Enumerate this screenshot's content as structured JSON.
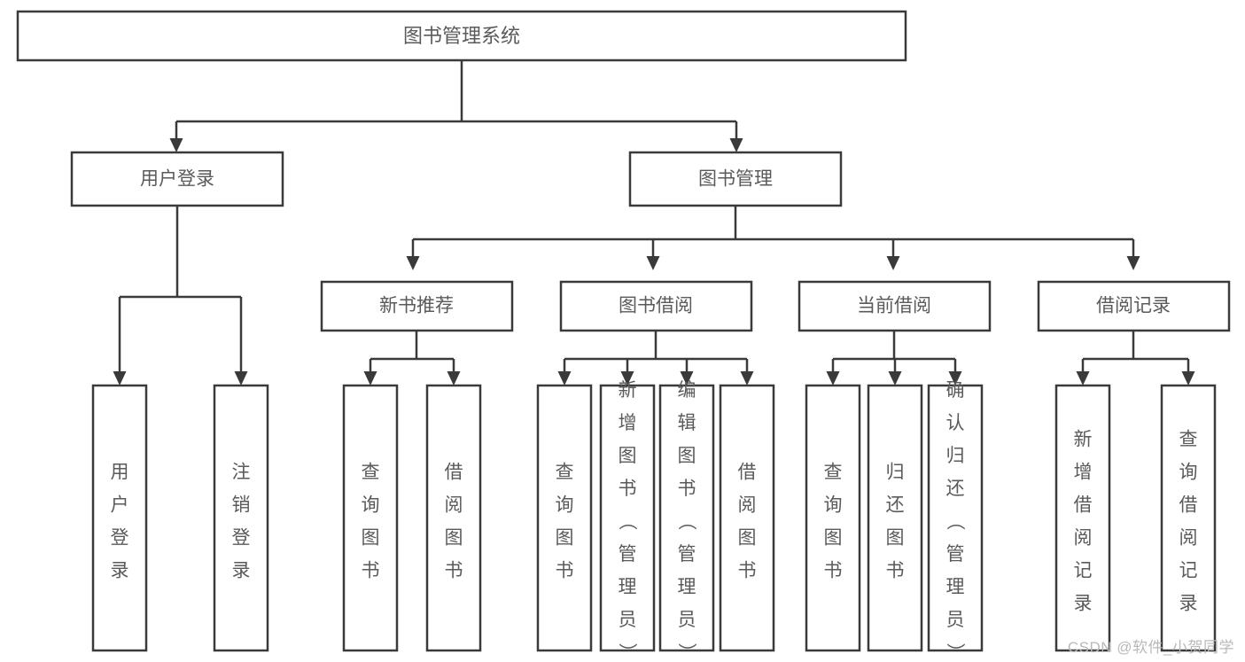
{
  "diagram": {
    "type": "tree-hierarchy",
    "title": "图书管理系统",
    "watermark": "CSDN @软件_小贺同学",
    "colors": {
      "stroke": "#3a3a3a",
      "box_fill": "#ffffff",
      "text": "#5a5a5a",
      "background": "#ffffff",
      "watermark": "#b9b9b9"
    },
    "root": {
      "label": "图书管理系统"
    },
    "level2": [
      {
        "label": "用户登录"
      },
      {
        "label": "图书管理"
      }
    ],
    "level3": [
      {
        "label": "新书推荐"
      },
      {
        "label": "图书借阅"
      },
      {
        "label": "当前借阅"
      },
      {
        "label": "借阅记录"
      }
    ],
    "leaves": {
      "user_login": [
        {
          "label": "用户登录"
        },
        {
          "label": "注销登录"
        }
      ],
      "new_book_recommend": [
        {
          "label": "查询图书"
        },
        {
          "label": "借阅图书"
        }
      ],
      "book_borrow": [
        {
          "label": "查询图书"
        },
        {
          "label": "新增图书（管理员）"
        },
        {
          "label": "编辑图书（管理员）"
        },
        {
          "label": "借阅图书"
        }
      ],
      "current_borrow": [
        {
          "label": "查询图书"
        },
        {
          "label": "归还图书"
        },
        {
          "label": "确认归还（管理员）"
        }
      ],
      "borrow_record": [
        {
          "label": "新增借阅记录"
        },
        {
          "label": "查询借阅记录"
        }
      ]
    }
  }
}
